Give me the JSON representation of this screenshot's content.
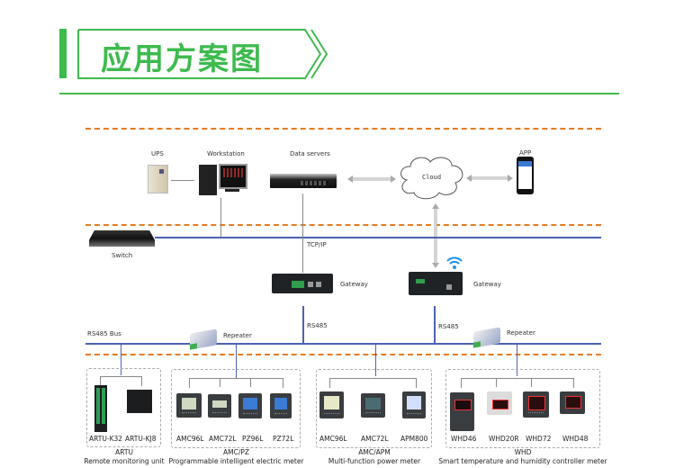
{
  "header": {
    "title": "应用方案图",
    "accent_color": "#3dbb4e"
  },
  "diagram": {
    "top_layer": {
      "ups": "UPS",
      "workstation": "Workstation",
      "data_servers": "Data servers",
      "cloud": "Cloud",
      "app": "APP"
    },
    "network": {
      "switch": "Switch",
      "tcpip": "TCP/IP",
      "gateway_1": "Gateway",
      "gateway_2": "Gateway",
      "rs485_1": "RS485",
      "rs485_2": "RS485",
      "rs485_bus": "RS485 Bus",
      "repeater_1": "Repeater",
      "repeater_2": "Repeater"
    },
    "groups": [
      {
        "code": "ARTU",
        "description": "Remote monitoring unit",
        "devices": [
          "ARTU-K32",
          "ARTU-KJ8"
        ]
      },
      {
        "code": "AMC/PZ",
        "description": "Programmable intelligent electric meter",
        "devices": [
          "AMC96L",
          "AMC72L",
          "PZ96L",
          "PZ72L"
        ]
      },
      {
        "code": "AMC/APM",
        "description": "Multi-function power meter",
        "devices": [
          "AMC96L",
          "AMC72L",
          "APM800"
        ]
      },
      {
        "code": "WHD",
        "description": "Smart temperature and humidity controller meter",
        "devices": [
          "WHD46",
          "WHD20R",
          "WHD72",
          "WHD48"
        ]
      }
    ],
    "colors": {
      "layer_divider": "#e57c22",
      "bus_line": "#4a63b4",
      "link_line": "#888888"
    }
  }
}
